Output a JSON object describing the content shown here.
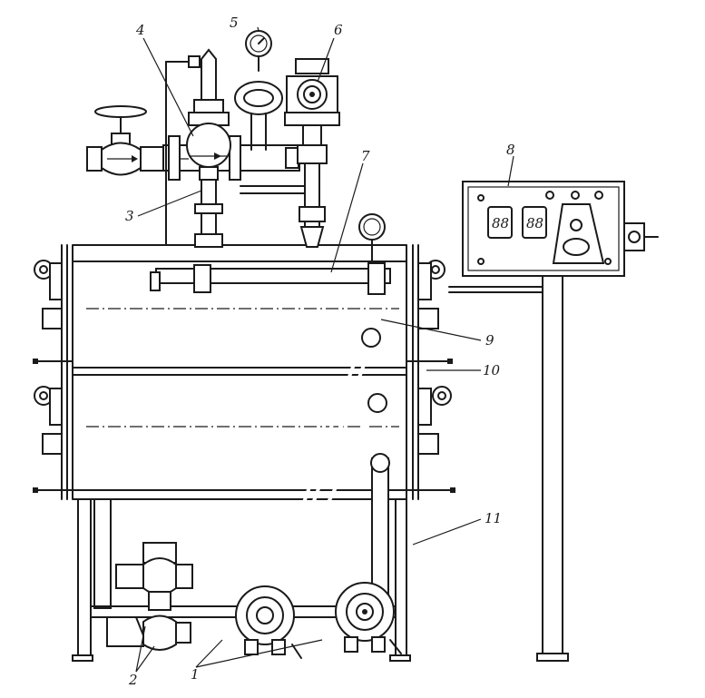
{
  "labels": {
    "l1": "1",
    "l2": "2",
    "l3": "3",
    "l4": "4",
    "l5": "5",
    "l6": "6",
    "l7": "7",
    "l8": "8",
    "l9": "9",
    "l10": "10",
    "l11": "11"
  },
  "gauge_text": {
    "panel_lamp_1": "88",
    "panel_lamp_2": "88"
  }
}
